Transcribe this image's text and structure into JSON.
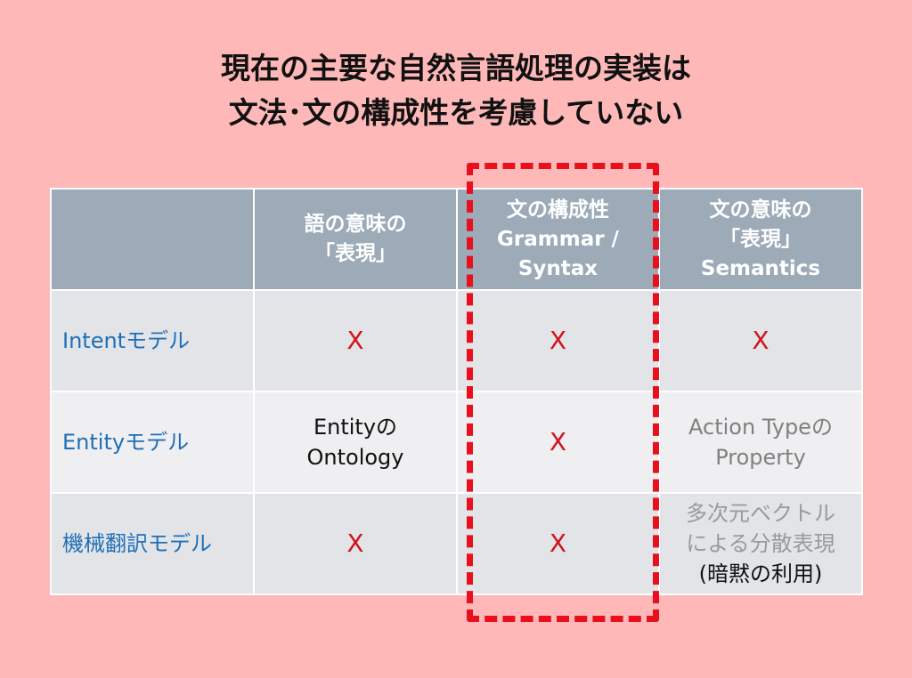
{
  "title": {
    "line1": "現在の主要な自然言語処理の実装は",
    "line2": "文法･文の構成性を考慮していない"
  },
  "table": {
    "headers": [
      {
        "lines": []
      },
      {
        "lines": [
          "語の意味の",
          "「表現」"
        ]
      },
      {
        "lines": [
          "文の構成性",
          "Grammar /",
          "Syntax"
        ]
      },
      {
        "lines": [
          "文の意味の",
          "「表現」",
          "Semantics"
        ]
      }
    ],
    "rows": [
      {
        "label": "Intentモデル",
        "cells": [
          {
            "lines": [
              "X"
            ]
          },
          {
            "lines": [
              "X"
            ]
          },
          {
            "lines": [
              "X"
            ]
          }
        ]
      },
      {
        "label": "Entityモデル",
        "cells": [
          {
            "lines": [
              "Entityの",
              "Ontology"
            ]
          },
          {
            "lines": [
              "X"
            ]
          },
          {
            "lines": [
              "Action Typeの",
              "Property"
            ]
          }
        ]
      },
      {
        "label": "機械翻訳モデル",
        "cells": [
          {
            "lines": [
              "X"
            ]
          },
          {
            "lines": [
              "X"
            ]
          },
          {
            "lines": [
              "多次元ベクトル",
              "による分散表現",
              "(暗黙の利用)"
            ]
          }
        ]
      }
    ]
  },
  "colors": {
    "background": "#ffb8b8",
    "header": "#9daab8",
    "row_label": "#1f6fb8",
    "x_mark": "#d0141c",
    "highlight_border": "#e8101c"
  }
}
